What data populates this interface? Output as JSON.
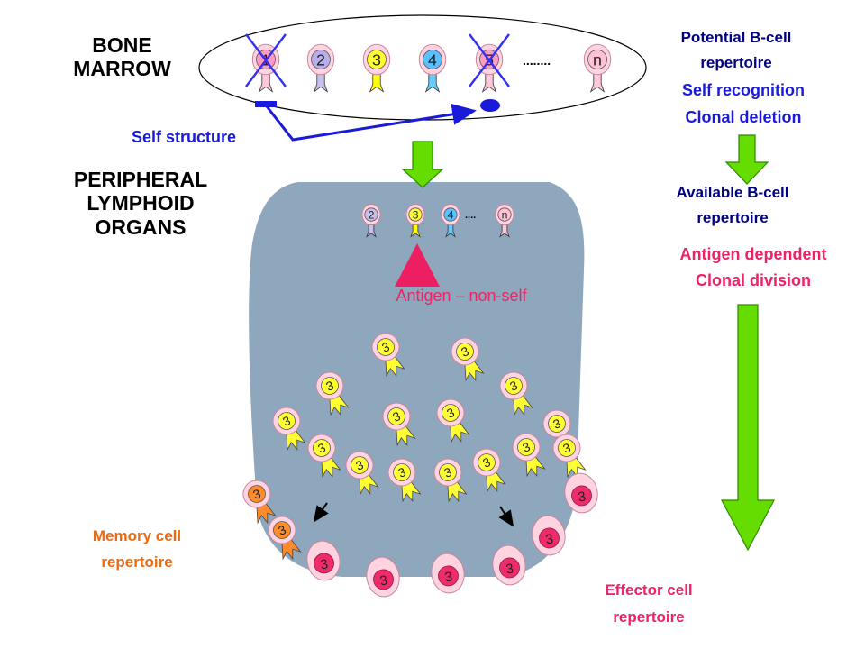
{
  "labels": {
    "bone_marrow": [
      "BONE",
      "MARROW"
    ],
    "peripheral": [
      "PERIPHERAL",
      "LYMPHOID",
      "ORGANS"
    ],
    "potential": [
      "Potential B-cell",
      "repertoire"
    ],
    "self_recognition": "Self recognition",
    "clonal_deletion": "Clonal deletion",
    "available": [
      "Available B-cell",
      "repertoire"
    ],
    "antigen_dependent": "Antigen dependent",
    "clonal_division": "Clonal division",
    "self_structure": "Self structure",
    "antigen": "Antigen – non-self",
    "memory": [
      "Memory cell",
      "repertoire"
    ],
    "effector": [
      "Effector cell",
      "repertoire"
    ],
    "ellipsis_bone": "........",
    "ellipsis_peripheral": "...."
  },
  "bone_marrow_cells": [
    {
      "label": "1",
      "nucleus": "#ff9ac4",
      "receptor": "#ffc8dc",
      "deleted": true
    },
    {
      "label": "2",
      "nucleus": "#b7aeea",
      "receptor": "#c8c0ec",
      "deleted": false
    },
    {
      "label": "3",
      "nucleus": "#ffff33",
      "receptor": "#ffff00",
      "deleted": false
    },
    {
      "label": "4",
      "nucleus": "#5bc0ff",
      "receptor": "#66ccff",
      "deleted": false
    },
    {
      "label": "5",
      "nucleus": "#ff9ac4",
      "receptor": "#ffc8dc",
      "deleted": true
    },
    {
      "label": "n",
      "nucleus": "#ffc1d6",
      "receptor": "#ffc8dc",
      "deleted": false
    }
  ],
  "peripheral_cells": [
    {
      "label": "2",
      "nucleus": "#c8c0ec",
      "receptor": "#c8c0ec"
    },
    {
      "label": "3",
      "nucleus": "#ffff33",
      "receptor": "#ffff00"
    },
    {
      "label": "4",
      "nucleus": "#5bc0ff",
      "receptor": "#66ccff"
    },
    {
      "label": "n",
      "nucleus": "#ffc1d6",
      "receptor": "#ffc8dc"
    }
  ],
  "clone_label": "3",
  "colors": {
    "text_black": "#000000",
    "text_navy": "#000080",
    "text_blue": "#1a1adb",
    "text_pink": "#ee2266",
    "text_orange": "#ee6a10",
    "organ_fill": "#8ea7bd",
    "arrow_green": "#66dd00",
    "antigen": "#ee1e63",
    "cross": "#3232ee",
    "self_structure_line": "#1a1adb",
    "clone_yellow": "#ffff33",
    "memory_orange": "#ff8c2a",
    "effector_pink": "#ee2b6b"
  }
}
